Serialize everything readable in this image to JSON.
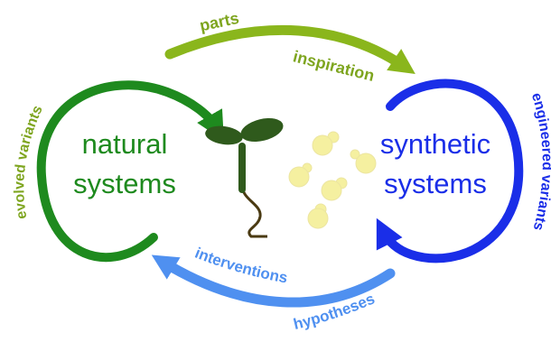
{
  "labels": {
    "parts": "parts",
    "inspiration": "inspiration",
    "natural_line1": "natural",
    "natural_line2": "systems",
    "synthetic_line1": "synthetic",
    "synthetic_line2": "systems",
    "evolved_variants": "evolved variants",
    "engineered_variants": "engineered variants",
    "interventions": "interventions",
    "hypotheses": "hypotheses"
  },
  "colors": {
    "natural": "#1e8a1e",
    "synthetic": "#1a2ee8",
    "lime": "#8ab61c",
    "evolved_text": "#7ea51f",
    "light_blue": "#4f90f0",
    "sprout_leaf": "#2f5a1c",
    "sprout_stem": "#4a3a12",
    "cell": "#f5f0a0"
  },
  "icons": {
    "plant": "sprout-icon",
    "cells": "yeast-cells-icon"
  }
}
